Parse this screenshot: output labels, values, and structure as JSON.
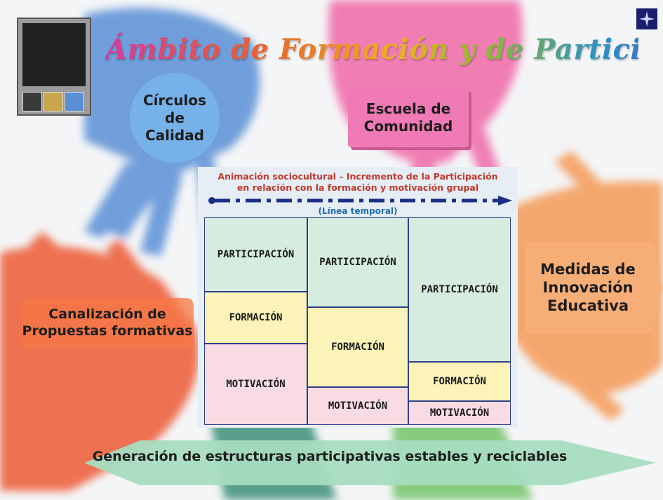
{
  "title": "Ámbito de Formación y de Participación",
  "bubbles": {
    "circulos": "Círculos de Calidad",
    "escuela": "Escuela de Comunidad",
    "medidas": "Medidas de Innovación Educativa",
    "canalizacion": "Canalización de Propuestas formativas"
  },
  "panel": {
    "heading_line1": "Animación sociocultural – Incremento de la Participación",
    "heading_line2": "en relación con la formación y motivación grupal",
    "timeline_label": "(Línea temporal)",
    "columns": [
      {
        "participacion": "PARTICIPACIÓN",
        "formacion": "FORMACIÓN",
        "motivacion": "MOTIVACIÓN"
      },
      {
        "participacion": "PARTICIPACIÓN",
        "formacion": "FORMACIÓN",
        "motivacion": "MOTIVACIÓN"
      },
      {
        "participacion": "PARTICIPACIÓN",
        "formacion": "FORMACIÓN",
        "motivacion": "MOTIVACIÓN"
      }
    ]
  },
  "banner": "Generación de estructuras participativas estables y reciclables",
  "colors": {
    "participacion": "#d6ecdf",
    "formacion": "#fbf3b8",
    "motivacion": "#f8dbe3",
    "heading": "#c0392b",
    "timeline": "#1f6fb2",
    "border": "#2d3f8a"
  }
}
